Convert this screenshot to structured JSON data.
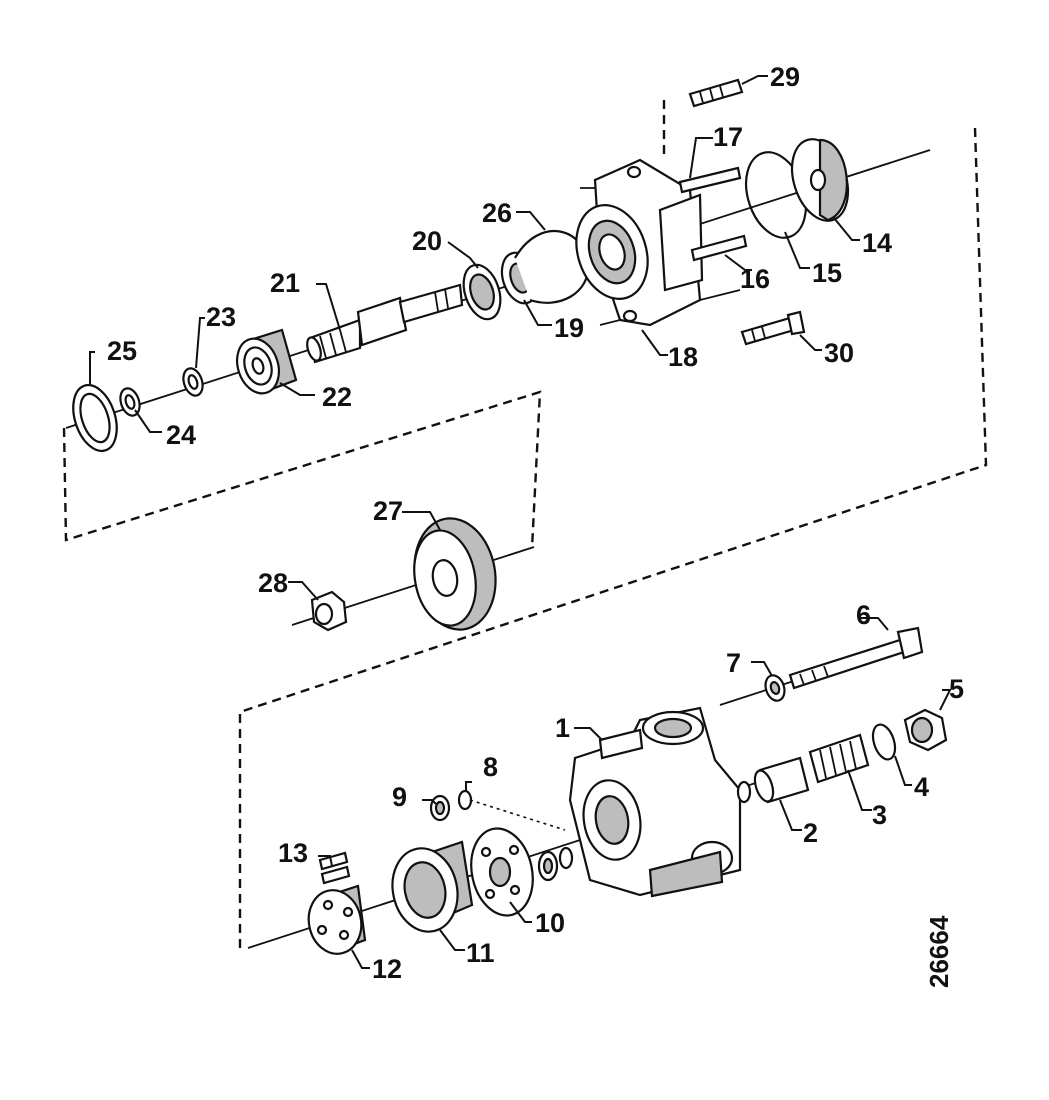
{
  "figure_code": "26664",
  "part_labels": [
    "1",
    "2",
    "3",
    "4",
    "5",
    "6",
    "7",
    "8",
    "9",
    "10",
    "11",
    "12",
    "13",
    "14",
    "15",
    "16",
    "17",
    "18",
    "19",
    "20",
    "21",
    "22",
    "23",
    "24",
    "25",
    "26",
    "27",
    "28",
    "29",
    "30"
  ]
}
